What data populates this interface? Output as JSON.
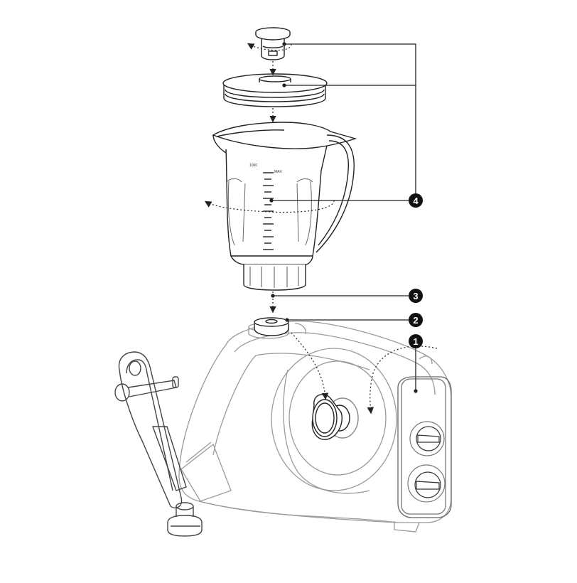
{
  "colors": {
    "outline_dark": "#222222",
    "outline_light": "#9a9a9a",
    "badge_fill": "#111111",
    "badge_text": "#ffffff",
    "background": "#ffffff"
  },
  "jug_markings": {
    "top_left": "1000",
    "top_right": "MAX"
  },
  "callouts": [
    {
      "id": "callout-1",
      "number": "1"
    },
    {
      "id": "callout-2",
      "number": "2"
    },
    {
      "id": "callout-3",
      "number": "3"
    },
    {
      "id": "callout-4",
      "number": "4"
    }
  ],
  "icons": [
    "measuring-cap-icon",
    "lid-icon",
    "jug-icon",
    "coupler-icon",
    "motor-base-icon",
    "control-knob-icon"
  ]
}
